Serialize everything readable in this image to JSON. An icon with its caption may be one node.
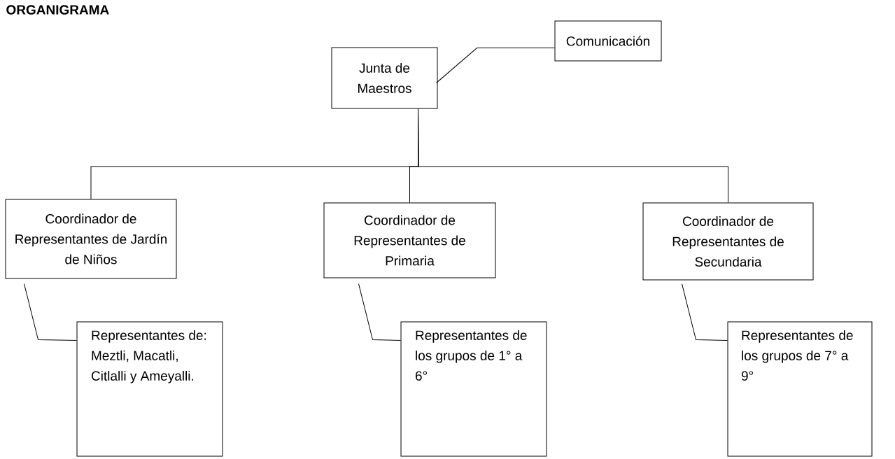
{
  "diagram": {
    "title": "ORGANIGRAMA",
    "nodes": [
      {
        "text": [
          "Junta de Maestros"
        ]
      },
      {
        "text": [
          "Comunicación"
        ]
      },
      {
        "text": [
          "Coordinador de Representantes de Jardín de Niños"
        ]
      },
      {
        "text": [
          "Coordinador de Representantes de Primaria"
        ]
      },
      {
        "text": [
          "Coordinador de Representantes de Secundaria"
        ]
      },
      {
        "text": [
          "Representantes de: Meztli, Macatli, Citlalli y Ameyalli."
        ]
      },
      {
        "text": [
          "Representantes de los grupos de 1° a 6°"
        ]
      },
      {
        "text": [
          "Representantes de los grupos de 7° a 9°"
        ]
      }
    ],
    "edges": [
      {
        "from": 0,
        "to": 1,
        "arrow": "none"
      },
      {
        "from": 0,
        "to": 2,
        "arrow": "none"
      },
      {
        "from": 0,
        "to": 3,
        "arrow": "none"
      },
      {
        "from": 0,
        "to": 4,
        "arrow": "none"
      },
      {
        "from": 2,
        "to": 5,
        "arrow": "none"
      },
      {
        "from": 3,
        "to": 6,
        "arrow": "none"
      },
      {
        "from": 4,
        "to": 7,
        "arrow": "none"
      }
    ]
  }
}
